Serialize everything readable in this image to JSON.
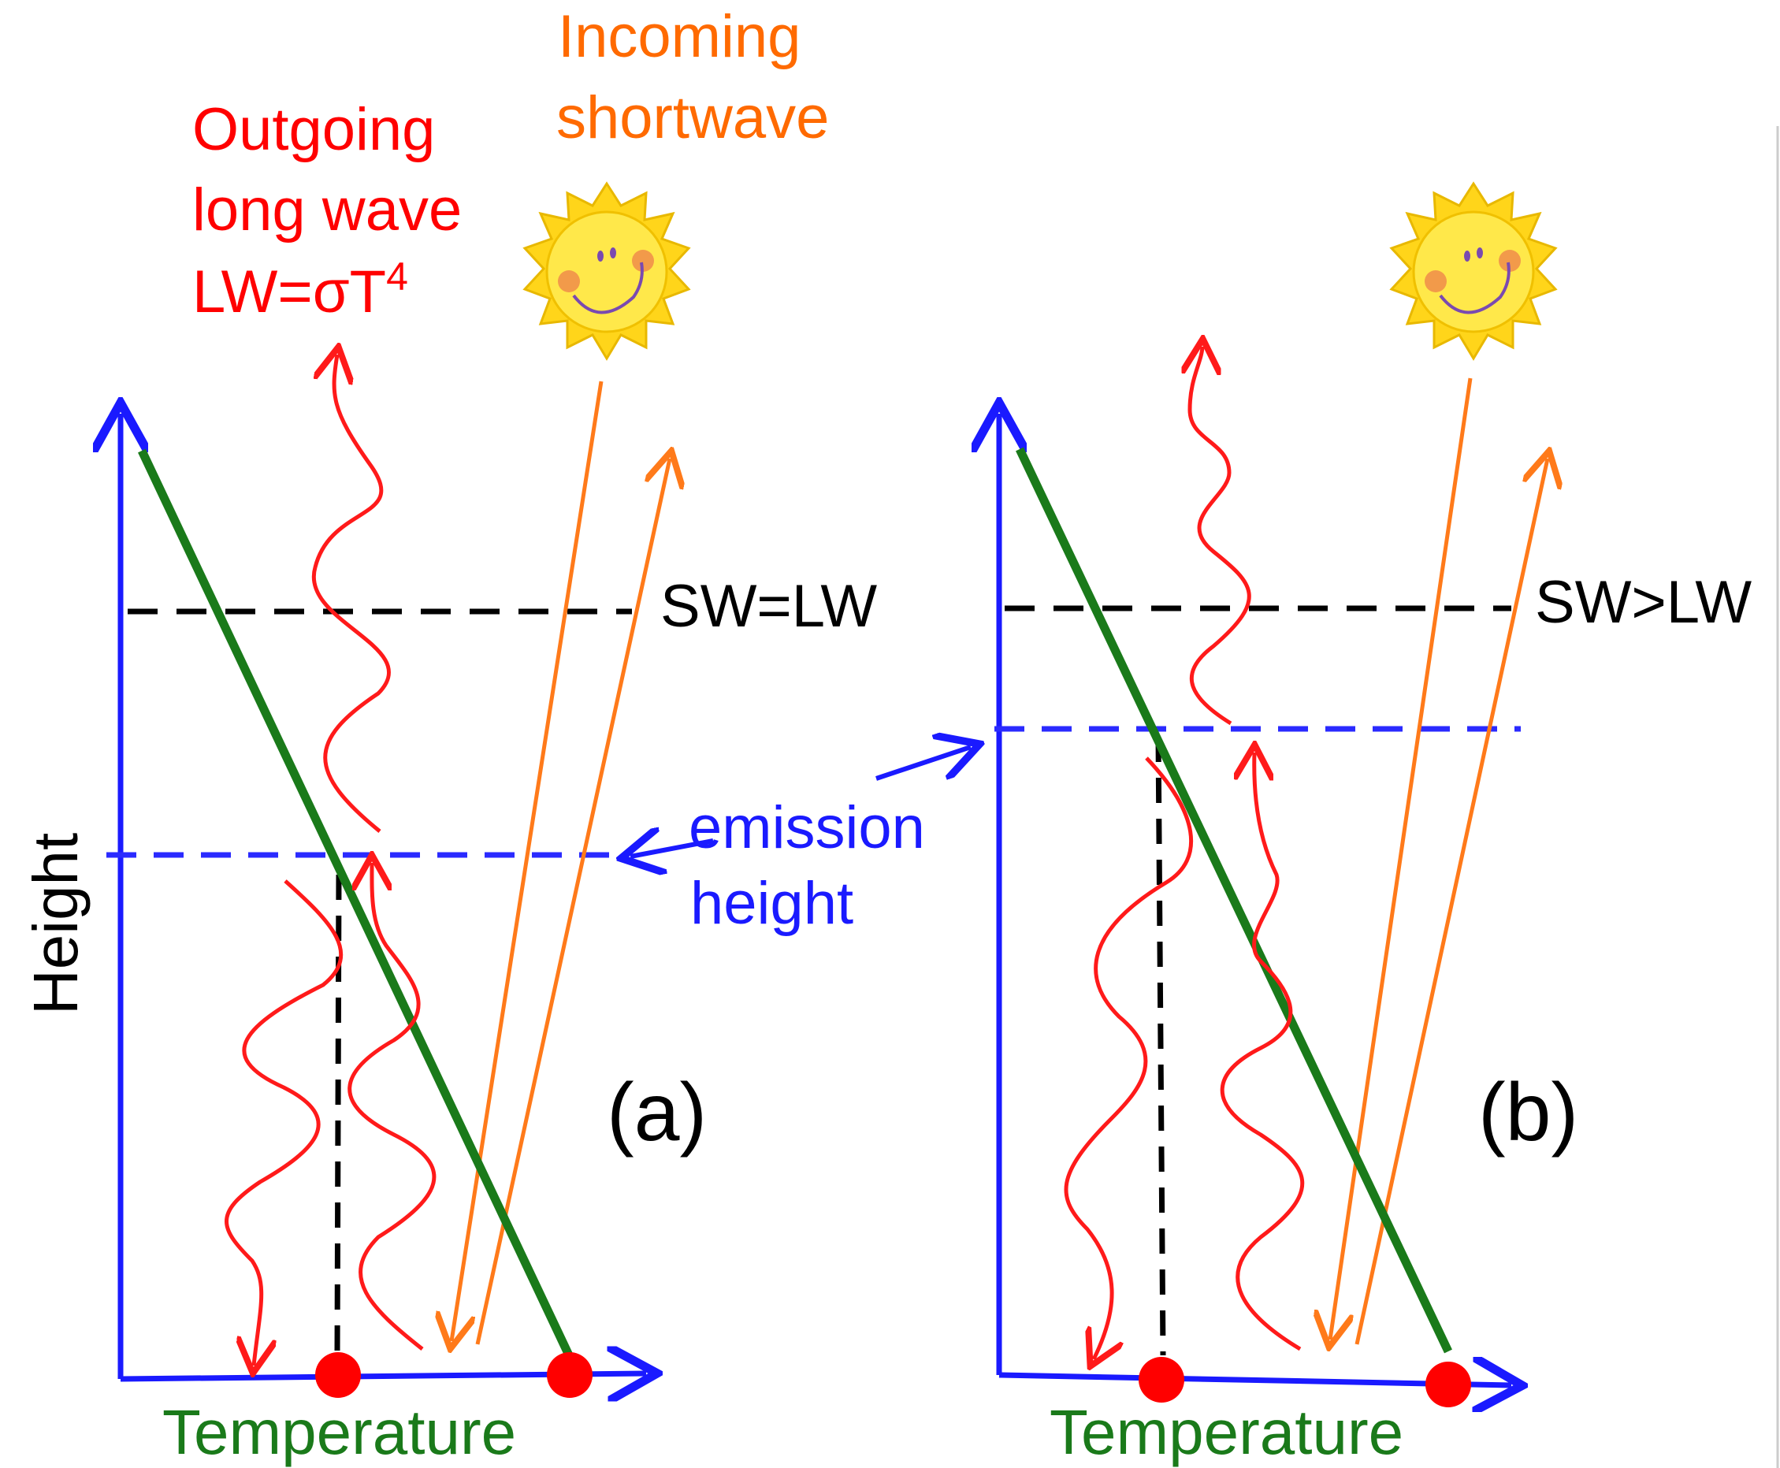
{
  "labels": {
    "incoming_line1": "Incoming",
    "incoming_line2": "shortwave",
    "outgoing_line1": "Outgoing",
    "outgoing_line2": "long wave",
    "outgoing_line3": "LW=σT",
    "outgoing_exponent": "4",
    "emission_line1": "emission",
    "emission_line2": "height",
    "y_axis": "Height"
  },
  "panel_a": {
    "tag": "(a)",
    "balance": "SW=LW",
    "x_axis": "Temperature"
  },
  "panel_b": {
    "tag": "(b)",
    "balance": "SW>LW",
    "x_axis": "Temperature"
  },
  "colors": {
    "axis": "#1a1aff",
    "lapse_rate": "#1a7a1a",
    "longwave": "#ff1a1a",
    "shortwave": "#ff7a1a",
    "emission_line": "#2a2aff",
    "balance_line": "#000000",
    "sun": "#ffd51a"
  }
}
